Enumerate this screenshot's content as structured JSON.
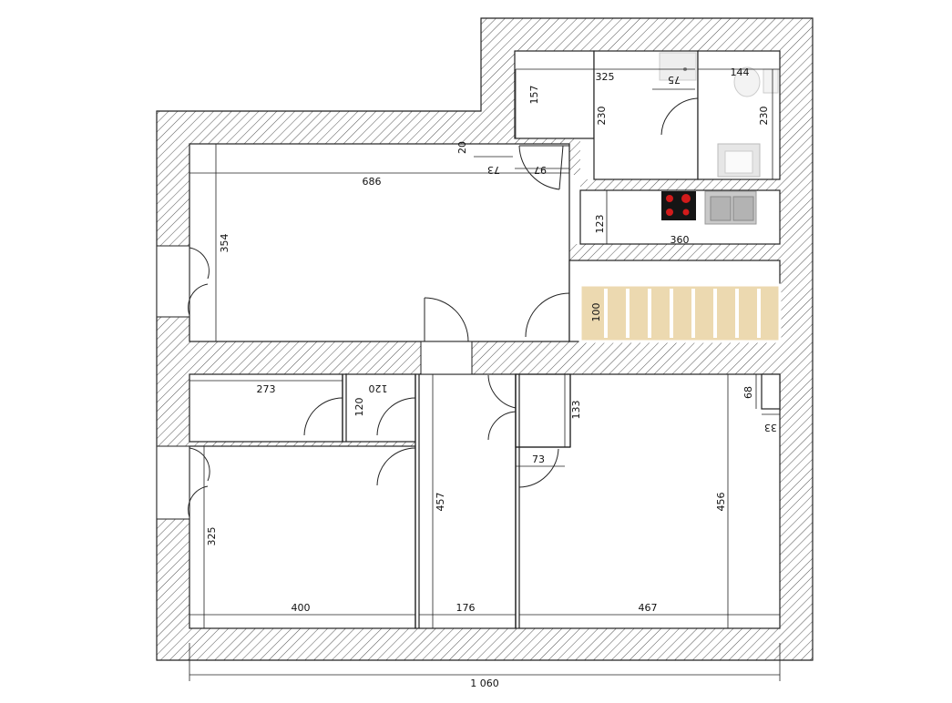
{
  "plan": {
    "dimensions": {
      "d686": "686",
      "d354": "354",
      "d20": "20",
      "d73a": "73",
      "d97": "97",
      "d157": "157",
      "d325top": "325",
      "d230a": "230",
      "d75": "75",
      "d144": "144",
      "d230b": "230",
      "d123": "123",
      "d360": "360",
      "d100": "100",
      "d273": "273",
      "d120a": "120",
      "d120b": "120",
      "d133": "133",
      "d73b": "73",
      "d68": "68",
      "d33": "33",
      "d457": "457",
      "d456": "456",
      "d325left": "325",
      "d400": "400",
      "d176": "176",
      "d467": "467",
      "d1060": "1 060"
    },
    "colors": {
      "wall_outline": "#222222",
      "hatch": "#555555",
      "stair_wood": "#ecd9b0",
      "hob": "#151515",
      "hob_burner": "#d21b1b",
      "sink": "#c9c9c9"
    },
    "fixtures": [
      "cooktop-icon",
      "kitchen-sink-icon",
      "bathroom-sink-icon",
      "toilet-icon",
      "washbasin-icon",
      "staircase-icon"
    ]
  }
}
